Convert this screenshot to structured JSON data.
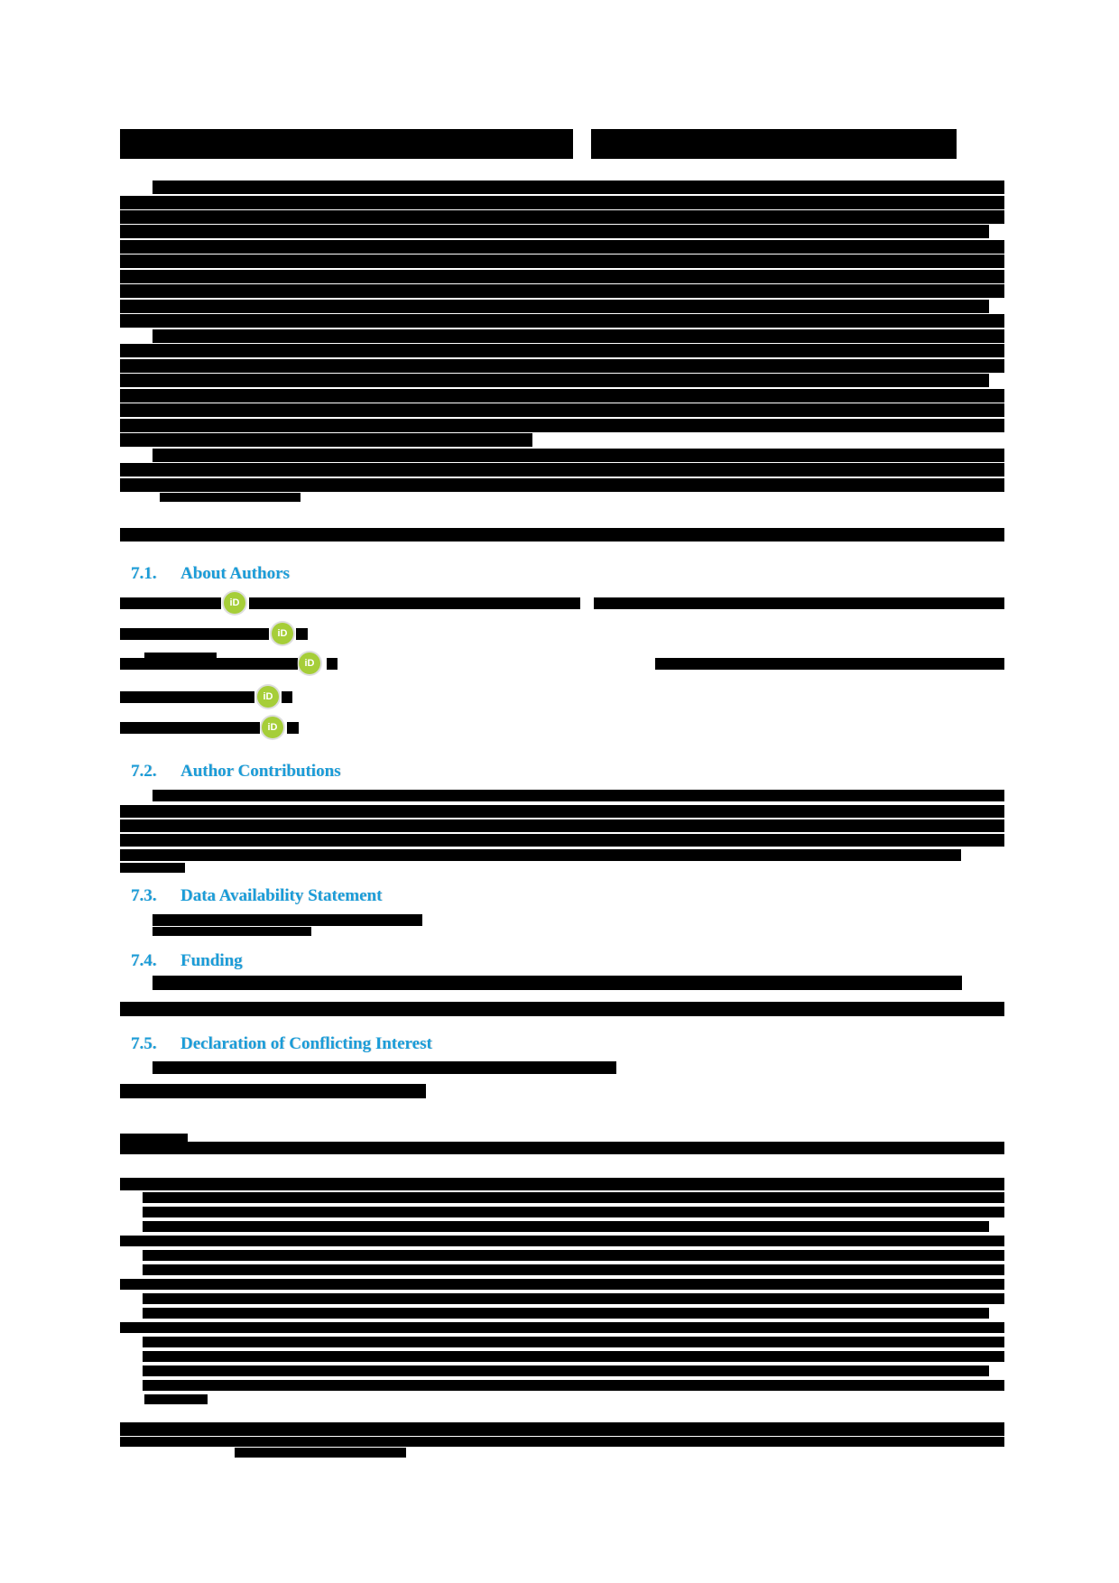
{
  "colors": {
    "accent": "#1A9CD8",
    "orcid_green": "#A6CE39",
    "redaction_black": "#000000",
    "page_background": "#FFFFFF"
  },
  "sections": [
    {
      "number": "7.1.",
      "title": "About Authors"
    },
    {
      "number": "7.2.",
      "title": "Author Contributions"
    },
    {
      "number": "7.3.",
      "title": "Data Availability Statement"
    },
    {
      "number": "7.4.",
      "title": "Funding"
    },
    {
      "number": "7.5.",
      "title": "Declaration of Conflicting Interest"
    }
  ],
  "orcid": {
    "label": "iD",
    "positions": [
      [
        248,
        656
      ],
      [
        301,
        690
      ],
      [
        331,
        723
      ],
      [
        285,
        760
      ],
      [
        290,
        794
      ]
    ]
  },
  "redactions": {
    "bars": [
      [
        133,
        143,
        502,
        33
      ],
      [
        655,
        143,
        405,
        33
      ],
      [
        169,
        200,
        944,
        15
      ],
      [
        133,
        217,
        980,
        15
      ],
      [
        133,
        233,
        980,
        15
      ],
      [
        133,
        249,
        963,
        15
      ],
      [
        133,
        266,
        980,
        15
      ],
      [
        133,
        282,
        980,
        15
      ],
      [
        133,
        299,
        980,
        15
      ],
      [
        133,
        315,
        980,
        15
      ],
      [
        133,
        332,
        963,
        15
      ],
      [
        133,
        348,
        980,
        15
      ],
      [
        169,
        365,
        944,
        15
      ],
      [
        133,
        381,
        980,
        15
      ],
      [
        133,
        398,
        980,
        15
      ],
      [
        133,
        414,
        963,
        15
      ],
      [
        133,
        431,
        980,
        15
      ],
      [
        133,
        447,
        980,
        15
      ],
      [
        133,
        464,
        980,
        15
      ],
      [
        133,
        480,
        457,
        15
      ],
      [
        169,
        497,
        944,
        15
      ],
      [
        133,
        513,
        980,
        15
      ],
      [
        133,
        530,
        980,
        15
      ],
      [
        177,
        546,
        156,
        10
      ],
      [
        133,
        585,
        980,
        15
      ],
      [
        133,
        662,
        112,
        13
      ],
      [
        276,
        662,
        367,
        13
      ],
      [
        658,
        662,
        455,
        13
      ],
      [
        133,
        696,
        165,
        13
      ],
      [
        328,
        696,
        13,
        13
      ],
      [
        160,
        723,
        80,
        7
      ],
      [
        133,
        729,
        197,
        13
      ],
      [
        362,
        729,
        12,
        13
      ],
      [
        726,
        729,
        387,
        13
      ],
      [
        133,
        766,
        149,
        13
      ],
      [
        312,
        766,
        12,
        13
      ],
      [
        133,
        800,
        155,
        13
      ],
      [
        318,
        800,
        13,
        13
      ],
      [
        169,
        875,
        944,
        13
      ],
      [
        133,
        892,
        980,
        14
      ],
      [
        133,
        908,
        980,
        14
      ],
      [
        133,
        924,
        980,
        14
      ],
      [
        133,
        941,
        932,
        13
      ],
      [
        133,
        956,
        72,
        11
      ],
      [
        169,
        1013,
        299,
        13
      ],
      [
        169,
        1027,
        176,
        10
      ],
      [
        169,
        1081,
        897,
        16
      ],
      [
        133,
        1110,
        980,
        16
      ],
      [
        169,
        1176,
        514,
        14
      ],
      [
        133,
        1201,
        339,
        16
      ],
      [
        133,
        1256,
        75,
        9
      ],
      [
        133,
        1265,
        980,
        14
      ],
      [
        133,
        1305,
        980,
        14
      ],
      [
        158,
        1321,
        955,
        12
      ],
      [
        158,
        1337,
        955,
        12
      ],
      [
        158,
        1353,
        938,
        12
      ],
      [
        133,
        1369,
        980,
        12
      ],
      [
        158,
        1385,
        955,
        12
      ],
      [
        158,
        1401,
        955,
        12
      ],
      [
        133,
        1417,
        980,
        12
      ],
      [
        158,
        1433,
        955,
        12
      ],
      [
        158,
        1449,
        938,
        12
      ],
      [
        133,
        1465,
        980,
        12
      ],
      [
        158,
        1481,
        955,
        12
      ],
      [
        158,
        1497,
        955,
        12
      ],
      [
        158,
        1513,
        938,
        12
      ],
      [
        158,
        1529,
        955,
        12
      ],
      [
        160,
        1545,
        70,
        11
      ],
      [
        133,
        1576,
        980,
        15
      ],
      [
        133,
        1592,
        980,
        11
      ],
      [
        260,
        1604,
        190,
        11
      ]
    ]
  }
}
